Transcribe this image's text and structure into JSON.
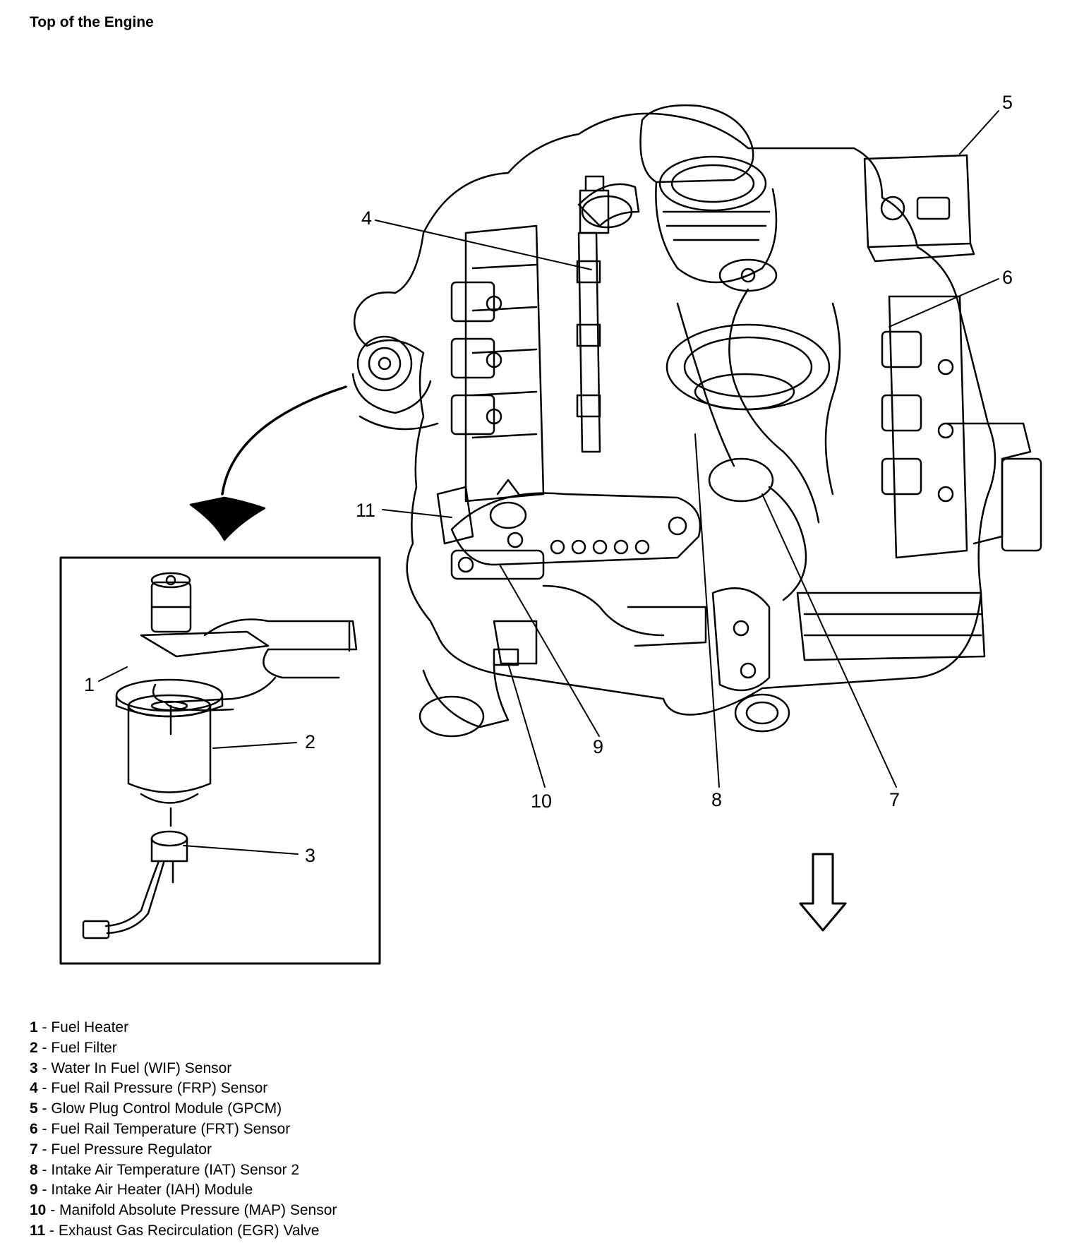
{
  "title": "Top of the Engine",
  "callouts": [
    {
      "id": "1",
      "label": "1"
    },
    {
      "id": "2",
      "label": "2"
    },
    {
      "id": "3",
      "label": "3"
    },
    {
      "id": "4",
      "label": "4"
    },
    {
      "id": "5",
      "label": "5"
    },
    {
      "id": "6",
      "label": "6"
    },
    {
      "id": "7",
      "label": "7"
    },
    {
      "id": "8",
      "label": "8"
    },
    {
      "id": "9",
      "label": "9"
    },
    {
      "id": "10",
      "label": "10"
    },
    {
      "id": "11",
      "label": "11"
    }
  ],
  "legend": [
    {
      "num": "1",
      "sep": " - ",
      "text": "Fuel Heater"
    },
    {
      "num": "2",
      "sep": " - ",
      "text": "Fuel Filter"
    },
    {
      "num": "3",
      "sep": " - ",
      "text": "Water In Fuel (WIF) Sensor"
    },
    {
      "num": "4",
      "sep": " - ",
      "text": "Fuel Rail Pressure (FRP) Sensor"
    },
    {
      "num": "5",
      "sep": " - ",
      "text": "Glow Plug Control Module (GPCM)"
    },
    {
      "num": "6",
      "sep": " - ",
      "text": "Fuel Rail Temperature (FRT) Sensor"
    },
    {
      "num": "7",
      "sep": " - ",
      "text": "Fuel Pressure Regulator"
    },
    {
      "num": "8",
      "sep": " - ",
      "text": "Intake Air Temperature (IAT) Sensor 2"
    },
    {
      "num": "9",
      "sep": " - ",
      "text": "Intake Air Heater (IAH) Module"
    },
    {
      "num": "10",
      "sep": " - ",
      "text": "Manifold Absolute Pressure (MAP) Sensor"
    },
    {
      "num": "11",
      "sep": " - ",
      "text": "Exhaust Gas Recirculation (EGR) Valve"
    }
  ],
  "colors": {
    "line": "#000000",
    "background": "#ffffff"
  }
}
